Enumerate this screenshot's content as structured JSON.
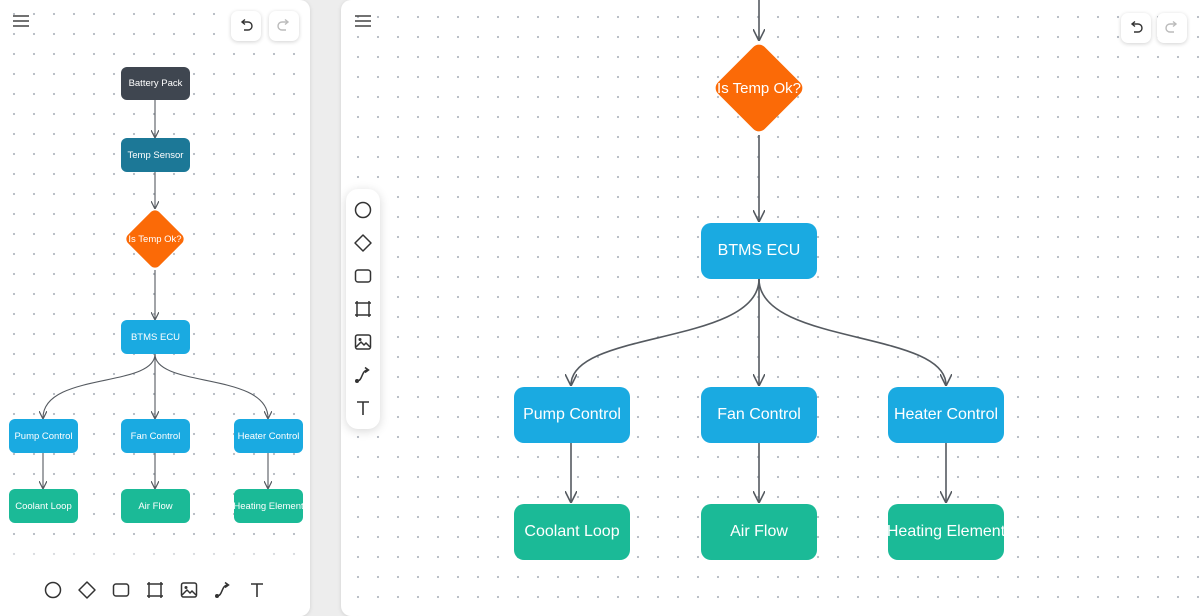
{
  "nodes": {
    "battery_pack": "Battery Pack",
    "temp_sensor": "Temp Sensor",
    "decision": "Is Temp Ok?",
    "btms_ecu": "BTMS ECU",
    "pump_control": "Pump Control",
    "fan_control": "Fan Control",
    "heater_control": "Heater Control",
    "coolant_loop": "Coolant Loop",
    "air_flow": "Air Flow",
    "heating_element": "Heating Element"
  },
  "colors": {
    "start_node": "#3f4650",
    "sensor_node": "#1c7897",
    "decision_node": "#fb6a07",
    "control_node": "#1aaae1",
    "output_node": "#1bba97",
    "edge": "#555a60",
    "canvas_dots": "#b7bcc4"
  },
  "toolbar_tools": [
    "circle-tool",
    "diamond-tool",
    "rectangle-tool",
    "frame-tool",
    "image-tool",
    "connector-tool",
    "text-tool"
  ],
  "header": {
    "menu_icon": "hamburger-menu-icon",
    "undo_icon": "undo-icon",
    "redo_icon": "redo-icon"
  }
}
